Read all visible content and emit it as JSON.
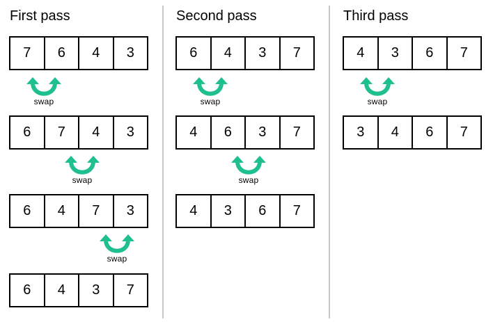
{
  "colors": {
    "arrow": "#1fbf8f",
    "border": "#000000",
    "divider": "#c8c8c8"
  },
  "passes": [
    {
      "title": "First pass",
      "rows": [
        {
          "values": [
            "7",
            "6",
            "4",
            "3"
          ],
          "swap_label": "swap"
        },
        {
          "values": [
            "6",
            "7",
            "4",
            "3"
          ],
          "swap_label": "swap"
        },
        {
          "values": [
            "6",
            "4",
            "7",
            "3"
          ],
          "swap_label": "swap"
        },
        {
          "values": [
            "6",
            "4",
            "3",
            "7"
          ]
        }
      ]
    },
    {
      "title": "Second pass",
      "rows": [
        {
          "values": [
            "6",
            "4",
            "3",
            "7"
          ],
          "swap_label": "swap"
        },
        {
          "values": [
            "4",
            "6",
            "3",
            "7"
          ],
          "swap_label": "swap"
        },
        {
          "values": [
            "4",
            "3",
            "6",
            "7"
          ]
        }
      ]
    },
    {
      "title": "Third pass",
      "rows": [
        {
          "values": [
            "4",
            "3",
            "6",
            "7"
          ],
          "swap_label": "swap"
        },
        {
          "values": [
            "3",
            "4",
            "6",
            "7"
          ]
        }
      ]
    }
  ]
}
